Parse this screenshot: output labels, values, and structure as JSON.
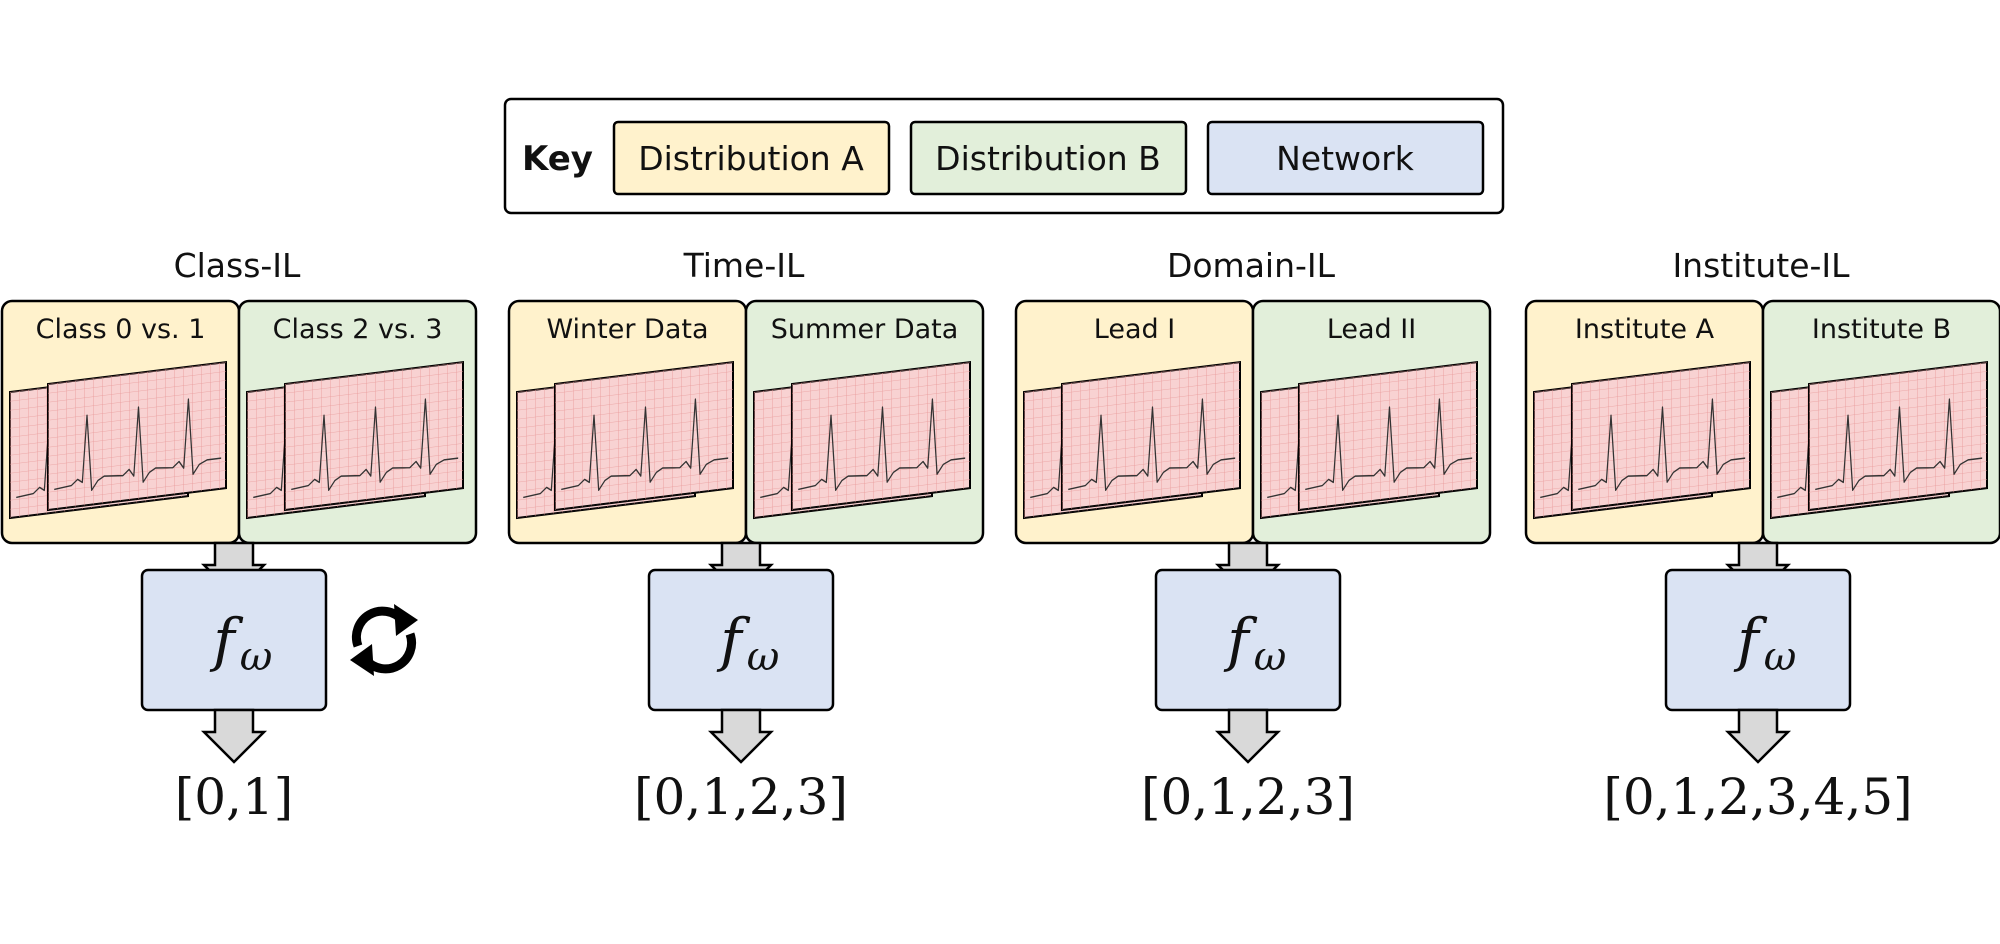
{
  "key": {
    "title": "Key",
    "items": [
      {
        "label": "Distribution A",
        "color": "#FFF2CC"
      },
      {
        "label": "Distribution B",
        "color": "#E2EFDA"
      },
      {
        "label": "Network",
        "color": "#DAE3F3"
      }
    ]
  },
  "colors": {
    "dist_a": "#FFF2CC",
    "dist_b": "#E2EFDA",
    "network": "#DAE3F3",
    "ecg_paper": "#F8D2D2",
    "ecg_grid": "#E99A9A",
    "arrow": "#D9D9D9"
  },
  "network_label": "f",
  "network_subscript": "ω",
  "icons": {
    "cycle": "cycle-arrows-icon",
    "arrow": "down-arrow-icon",
    "ecg": "ecg-strip-icon"
  },
  "scenarios": [
    {
      "title": "Class-IL",
      "dist_a": "Class 0 vs. 1",
      "dist_b": "Class 2 vs. 3",
      "output": "[0,1]",
      "cycle": true
    },
    {
      "title": "Time-IL",
      "dist_a": "Winter Data",
      "dist_b": "Summer Data",
      "output": "[0,1,2,3]",
      "cycle": false
    },
    {
      "title": "Domain-IL",
      "dist_a": "Lead I",
      "dist_b": "Lead II",
      "output": "[0,1,2,3]",
      "cycle": false
    },
    {
      "title": "Institute-IL",
      "dist_a": "Institute A",
      "dist_b": "Institute B",
      "output": "[0,1,2,3,4,5]",
      "cycle": false
    }
  ]
}
